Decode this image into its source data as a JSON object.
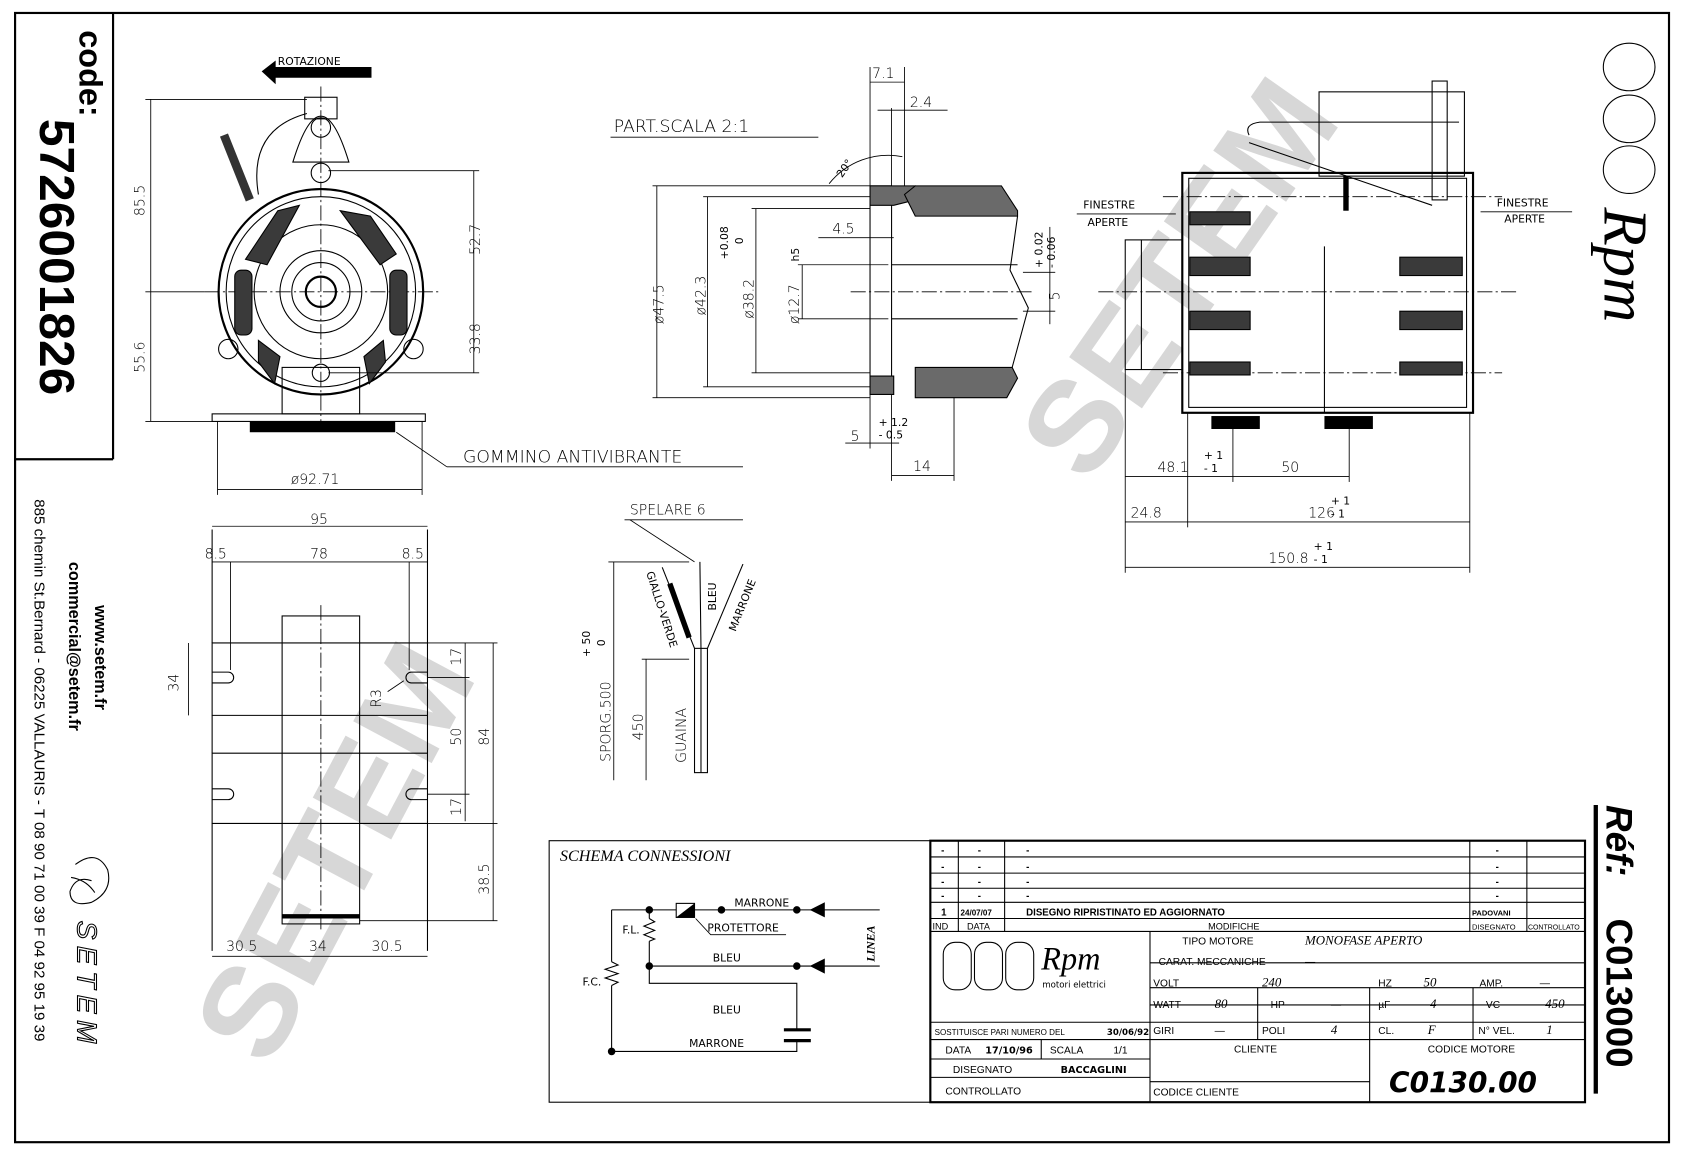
{
  "sidebar": {
    "code_label": "code:",
    "code": "5726001826",
    "website": "www.setem.fr",
    "email": "commercial@setem.fr",
    "address": "885 chemin St.Bernard - 06225 VALLAURIS - T 08 90 71 00 39  F 04 92 95 19 39",
    "brand": "SETEM"
  },
  "right_strip": {
    "brand": "Rpm",
    "ref_label": "Réf:",
    "ref": "C013000"
  },
  "watermark": "SETEM",
  "front_view": {
    "rotation_label": "ROTAZIONE",
    "dim_top": "85.5",
    "dim_bottom": "55.6",
    "dim_right_top": "52.7",
    "dim_right_bottom": "33.8",
    "dim_diameter": "ø92.71",
    "note": "GOMMINO ANTIVIBRANTE"
  },
  "detail_view": {
    "title": "PART.SCALA 2:1",
    "d1": "ø47.5",
    "d2": "ø42.3",
    "d3": "ø38.2",
    "d3_tol_plus": "+0.08",
    "d3_tol_minus": "0",
    "d4": "ø12.7",
    "d4_fit": "h5",
    "w1": "7.1",
    "w2": "2.4",
    "angle": "20°",
    "w3": "4.5",
    "flat": "5",
    "flat_tol_plus": "+ 0.02",
    "flat_tol_minus": "- 0.06",
    "w4": "5",
    "w4_tol_plus": "+ 1.2",
    "w4_tol_minus": "- 0.5",
    "w5": "14"
  },
  "side_view": {
    "window_label_1": "FINESTRE",
    "window_label_2": "APERTE",
    "dim_a": "48.1",
    "dim_b": "50",
    "dim_c": "24.8",
    "dim_d": "126",
    "dim_e": "150.8",
    "tol_plus": "+ 1",
    "tol_minus": "- 1"
  },
  "bracket_view": {
    "width": "95",
    "margin_l": "8.5",
    "span": "78",
    "margin_r": "8.5",
    "plate_h": "34",
    "slot_top": "17",
    "slot_span": "50",
    "total_h": "84",
    "slot_bottom": "17",
    "lower": "38.5",
    "radius": "R3",
    "bot_l": "30.5",
    "bot_c": "34",
    "bot_r": "30.5"
  },
  "cable": {
    "strip": "SPELARE 6",
    "wire_1": "GIALLO-VERDE",
    "wire_2": "BLEU",
    "wire_3": "MARRONE",
    "length": "SPORG.500",
    "length_tol_plus": "+ 50",
    "length_tol_minus": "0",
    "sheath_len": "450",
    "sheath": "GUAINA"
  },
  "schema": {
    "title": "SCHEMA CONNESSIONI",
    "marrone": "MARRONE",
    "protettore": "PROTETTORE",
    "fl": "F.L.",
    "fc": "F.C.",
    "bleu": "BLEU",
    "bleu2": "BLEU",
    "marrone2": "MARRONE",
    "linea": "LINEA"
  },
  "title_block": {
    "revisions": [
      {
        "ind": "-",
        "data": "-",
        "modifica": "-",
        "disegnato": "-",
        "controllato": ""
      },
      {
        "ind": "-",
        "data": "-",
        "modifica": "-",
        "disegnato": "-",
        "controllato": ""
      },
      {
        "ind": "-",
        "data": "-",
        "modifica": "-",
        "disegnato": "-",
        "controllato": ""
      },
      {
        "ind": "-",
        "data": "-",
        "modifica": "-",
        "disegnato": "-",
        "controllato": ""
      },
      {
        "ind": "1",
        "data": "24/07/07",
        "modifica": "DISEGNO RIPRISTINATO ED AGGIORNATO",
        "disegnato": "PADOVANI",
        "controllato": ""
      }
    ],
    "headers": {
      "ind": "IND",
      "data": "DATA",
      "modifiche": "MODIFICHE",
      "disegnato": "DISEGNATO",
      "controllato": "CONTROLLATO"
    },
    "logo_text": "Rpm",
    "logo_sub": "motori elettrici",
    "sostituisce_label": "SOSTITUISCE PARI NUMERO DEL",
    "sostituisce_value": "30/06/92",
    "data_label": "DATA",
    "data_value": "17/10/96",
    "scala_label": "SCALA",
    "scala_value": "1/1",
    "disegnato_label": "DISEGNATO",
    "disegnato_value": "BACCAGLINI",
    "controllato_label": "CONTROLLATO",
    "tipo_motore_label": "TIPO MOTORE",
    "tipo_motore_value": "MONOFASE APERTO",
    "carat_label": "CARAT. MECCANICHE",
    "carat_value": "—",
    "volt_label": "VOLT",
    "volt_value": "240",
    "hz_label": "HZ",
    "hz_value": "50",
    "amp_label": "AMP.",
    "amp_value": "—",
    "watt_label": "WATT",
    "watt_value": "80",
    "hp_label": "HP",
    "hp_value": "—",
    "uf_label": "µF",
    "uf_value": "4",
    "vc_label": "VC",
    "vc_value": "450",
    "giri_label": "GIRI",
    "giri_value": "—",
    "poli_label": "POLI",
    "poli_value": "4",
    "cl_label": "CL.",
    "cl_value": "F",
    "nvel_label": "N° VEL.",
    "nvel_value": "1",
    "cliente_label": "CLIENTE",
    "codice_cliente_label": "CODICE CLIENTE",
    "codice_motore_label": "CODICE MOTORE",
    "codice_motore_value": "C0130.00"
  }
}
